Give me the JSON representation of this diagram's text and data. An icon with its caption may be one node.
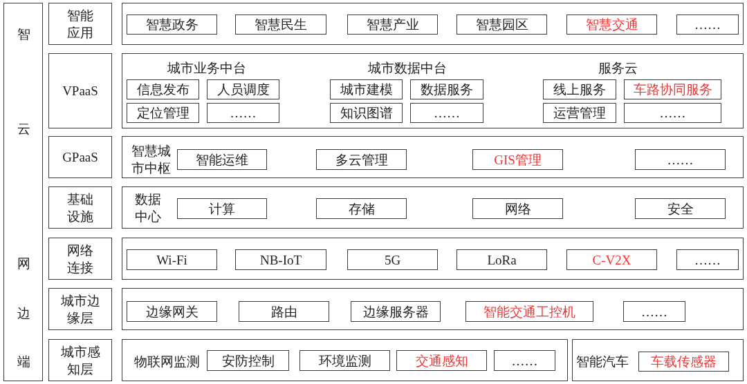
{
  "diagram": {
    "nodes": [
      {
        "text": [
          "智",
          "云",
          "网",
          "边",
          "端"
        ]
      },
      {
        "text": [
          "智能应用"
        ]
      },
      {
        "text": [],
        "shape": "box"
      },
      {
        "text": [
          "智慧政务"
        ],
        "in": 2
      },
      {
        "text": [
          "智慧民生"
        ],
        "in": 2
      },
      {
        "text": [
          "智慧产业"
        ],
        "in": 2
      },
      {
        "text": [
          "智慧园区"
        ],
        "in": 2
      },
      {
        "text": [
          "智慧交通"
        ],
        "in": 2
      },
      {
        "text": [
          "……"
        ],
        "in": 2
      },
      {
        "text": [
          "VPaaS"
        ]
      },
      {
        "text": [
          "城市业务中台",
          "城市数据中台",
          "服务云"
        ]
      },
      {
        "text": [
          "信息发布"
        ],
        "in": 10
      },
      {
        "text": [
          "人员调度"
        ],
        "in": 10
      },
      {
        "text": [
          "定位管理"
        ],
        "in": 10
      },
      {
        "text": [
          "……"
        ],
        "in": 10
      },
      {
        "text": [
          "城市建模"
        ],
        "in": 10
      },
      {
        "text": [
          "数据服务"
        ],
        "in": 10
      },
      {
        "text": [
          "知识图谱"
        ],
        "in": 10
      },
      {
        "text": [
          "……"
        ],
        "in": 10
      },
      {
        "text": [
          "线上服务"
        ],
        "in": 10
      },
      {
        "text": [
          "车路协同服务"
        ],
        "in": 10
      },
      {
        "text": [
          "运营管理"
        ],
        "in": 10
      },
      {
        "text": [
          "……"
        ],
        "in": 10
      },
      {
        "text": [
          "GPaaS"
        ]
      },
      {
        "text": [
          "智慧城市中枢"
        ]
      },
      {
        "text": [
          "智能运维"
        ],
        "in": 24
      },
      {
        "text": [
          "多云管理"
        ],
        "in": 24
      },
      {
        "text": [
          "GIS管理"
        ],
        "in": 24
      },
      {
        "text": [
          "……"
        ],
        "in": 24
      },
      {
        "text": [
          "基础设施"
        ]
      },
      {
        "text": [
          "数据中心"
        ]
      },
      {
        "text": [
          "计算"
        ],
        "in": 30
      },
      {
        "text": [
          "存储"
        ],
        "in": 30
      },
      {
        "text": [
          "网络"
        ],
        "in": 30
      },
      {
        "text": [
          "安全"
        ],
        "in": 30
      },
      {
        "text": [
          "网络连接"
        ]
      },
      {
        "text": [],
        "shape": "box"
      },
      {
        "text": [
          "Wi-Fi"
        ],
        "in": 36
      },
      {
        "text": [
          "NB-IoT"
        ],
        "in": 36
      },
      {
        "text": [
          "5G"
        ],
        "in": 36
      },
      {
        "text": [
          "LoRa"
        ],
        "in": 36
      },
      {
        "text": [
          "C-V2X"
        ],
        "in": 36
      },
      {
        "text": [
          "……"
        ],
        "in": 36
      },
      {
        "text": [
          "城市边缘层"
        ]
      },
      {
        "text": [],
        "shape": "box"
      },
      {
        "text": [
          "边缘网关"
        ],
        "in": 44
      },
      {
        "text": [
          "路由"
        ],
        "in": 44
      },
      {
        "text": [
          "边缘服务器"
        ],
        "in": 44
      },
      {
        "text": [
          "智能交通工控机"
        ],
        "in": 44
      },
      {
        "text": [
          "……"
        ],
        "in": 44
      },
      {
        "text": [
          "城市感知层"
        ]
      },
      {
        "text": [
          "物联网监测"
        ]
      },
      {
        "text": [
          "安防控制"
        ],
        "in": 51
      },
      {
        "text": [
          "环境监测"
        ],
        "in": 51
      },
      {
        "text": [
          "交通感知"
        ],
        "in": 51
      },
      {
        "text": [
          "……"
        ],
        "in": 51
      },
      {
        "text": [
          "智能汽车"
        ]
      },
      {
        "text": [
          "车载传感器"
        ],
        "in": 56
      }
    ]
  }
}
